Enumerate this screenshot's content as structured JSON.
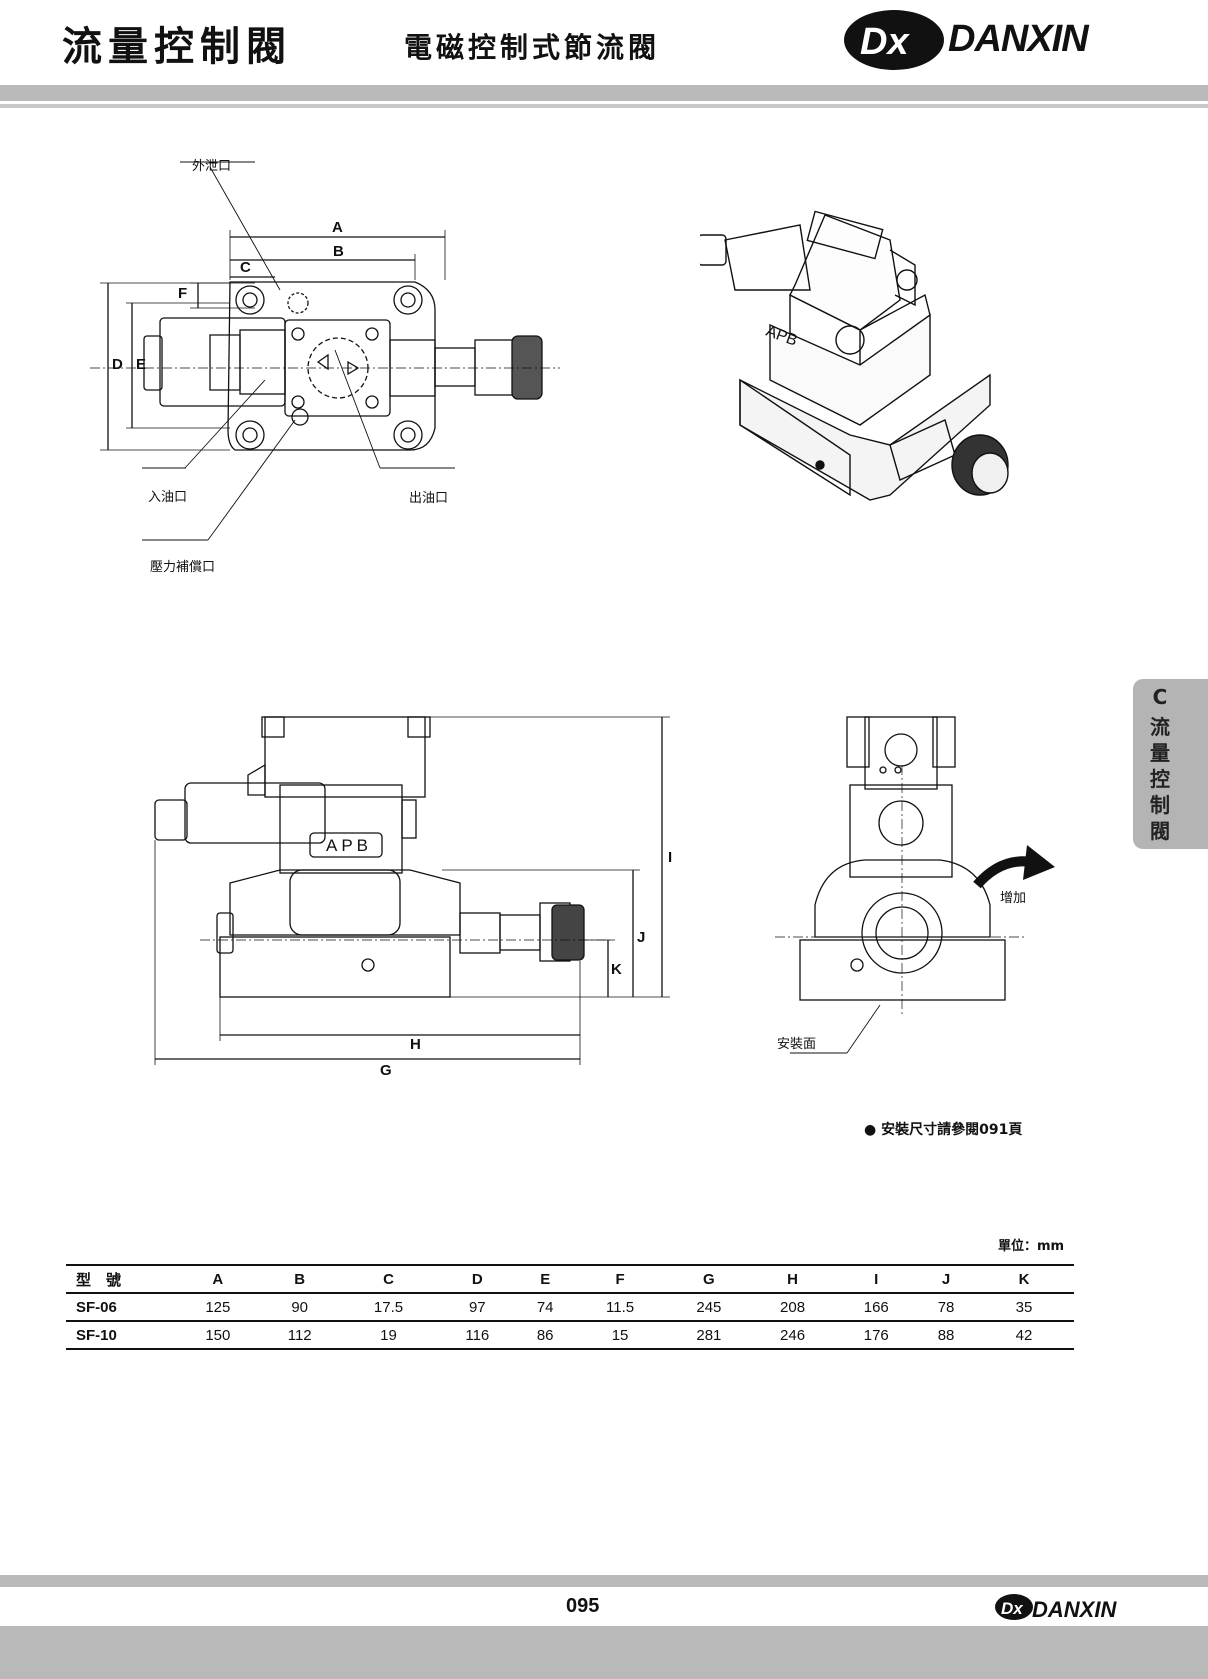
{
  "header": {
    "title_main": "流量控制閥",
    "title_sub": "電磁控制式節流閥",
    "brand": "DANXIN",
    "brand_mark": "Dx"
  },
  "side_tab": {
    "chars": [
      "C",
      "流",
      "量",
      "控",
      "制",
      "閥"
    ]
  },
  "top_view": {
    "labels": {
      "drain_port": "外泄口",
      "inlet_port": "入油口",
      "outlet_port": "出油口",
      "pressure_comp_port": "壓力補償口"
    },
    "dims": {
      "a": "A",
      "b": "B",
      "c": "C",
      "d": "D",
      "e": "E",
      "f": "F"
    }
  },
  "side_view": {
    "body_marking": "APB",
    "dims": {
      "g": "G",
      "h": "H",
      "i": "I",
      "j": "J",
      "k": "K"
    }
  },
  "iso_view": {
    "body_marking": "APB"
  },
  "end_view": {
    "increase_label": "增加",
    "mounting_face_label": "安裝面"
  },
  "note": "● 安裝尺寸請參閱091頁",
  "table": {
    "unit": "單位：mm",
    "headers": [
      "型　號",
      "A",
      "B",
      "C",
      "D",
      "E",
      "F",
      "G",
      "H",
      "I",
      "J",
      "K"
    ],
    "rows": [
      [
        "SF-06",
        "125",
        "90",
        "17.5",
        "97",
        "74",
        "11.5",
        "245",
        "208",
        "166",
        "78",
        "35"
      ],
      [
        "SF-10",
        "150",
        "112",
        "19",
        "116",
        "86",
        "15",
        "281",
        "246",
        "176",
        "88",
        "42"
      ]
    ]
  },
  "footer": {
    "page": "095",
    "brand": "DANXIN"
  }
}
